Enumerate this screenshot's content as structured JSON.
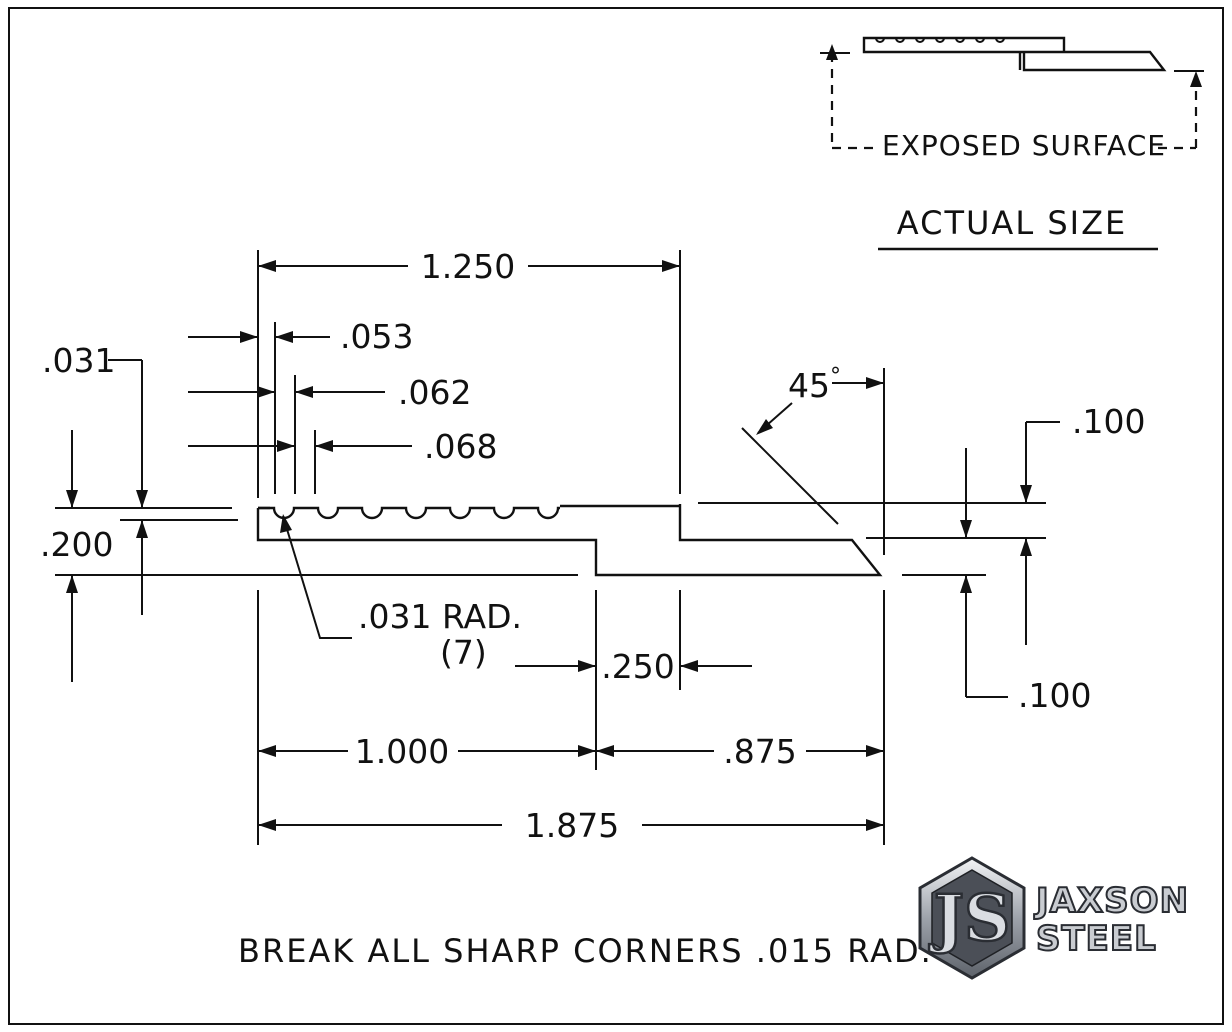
{
  "dimensions": {
    "d_0031": ".031",
    "d_0053": ".053",
    "d_0062": ".062",
    "d_0068": ".068",
    "d_1250": "1.250",
    "d_0200": ".200",
    "d_0100_top": ".100",
    "d_0100_bottom": ".100",
    "d_0250": ".250",
    "d_1000": "1.000",
    "d_0875": ".875",
    "d_1875": "1.875"
  },
  "angle": {
    "value": "45",
    "unit": "°"
  },
  "radius_note": {
    "line1": ".031 RAD.",
    "line2": "(7)"
  },
  "exposed_surface_label": "EXPOSED SURFACE",
  "actual_size_label": "ACTUAL SIZE",
  "note": "BREAK ALL SHARP CORNERS .015 RAD.",
  "logo": {
    "word1": "JAXSON",
    "word2": "STEEL",
    "monogram": "JS",
    "icon": "hexagon-js-monogram"
  },
  "groove_count": 7,
  "colors": {
    "ink": "#111111",
    "background": "#ffffff",
    "logo_metal": "#c9ccd1"
  }
}
